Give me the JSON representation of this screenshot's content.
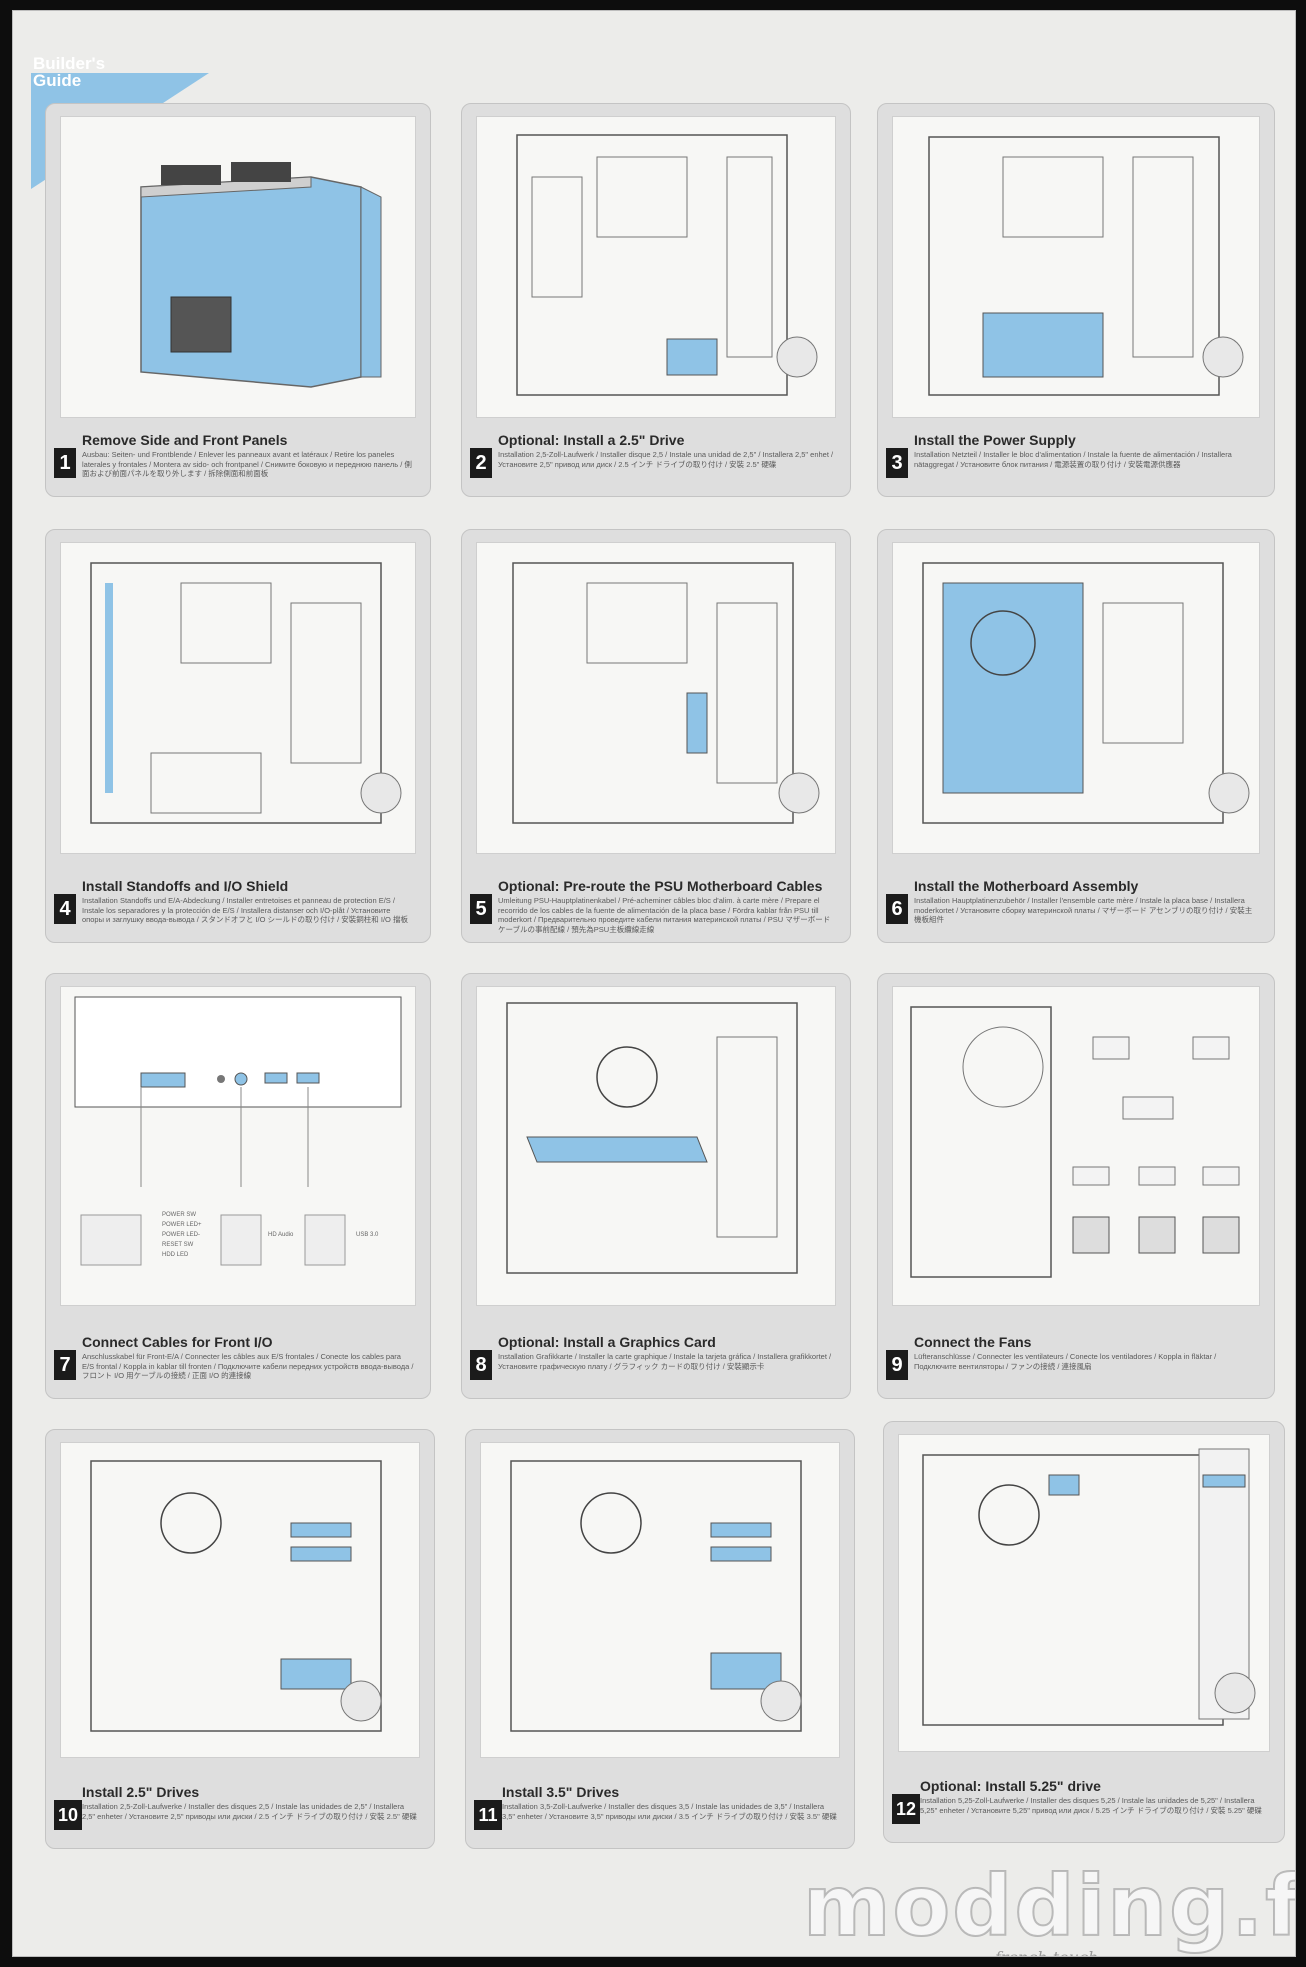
{
  "guide": {
    "banner": "Builder's Guide",
    "accent_color": "#8fc3e6"
  },
  "steps": [
    {
      "number": "1",
      "title": "Remove Side and Front Panels",
      "subtitle": "Ausbau: Seiten- und Frontblende / Enlever les panneaux avant et latéraux / Retire los paneles laterales y frontales / Montera av sido- och frontpanel / Снимите боковую и переднюю панель / 側面および前面パネルを取り外します / 拆除側面和前面板"
    },
    {
      "number": "2",
      "title": "Optional: Install a 2.5\" Drive",
      "subtitle": "Installation 2,5-Zoll-Laufwerk / Installer disque 2,5 / Instale una unidad de 2,5\" / Installera 2,5\" enhet / Установите 2,5\" привод или диск / 2.5 インチ ドライブの取り付け / 安裝 2.5\" 硬碟"
    },
    {
      "number": "3",
      "title": "Install the Power Supply",
      "subtitle": "Installation Netzteil / Installer le bloc d'alimentation / Instale la fuente de alimentación / Installera nätaggregat / Установите блок питания / 電源装置の取り付け / 安裝電源供應器"
    },
    {
      "number": "4",
      "title": "Install Standoffs and I/O Shield",
      "subtitle": "Installation Standoffs und E/A-Abdeckung / Installer entretoises et panneau de protection E/S / Instale los separadores y la protección de E/S / Installera distanser och I/O-plåt / Установите опоры и заглушку ввода-вывода / スタンドオフと I/O シールドの取り付け / 安裝銅柱和 I/O 擋板"
    },
    {
      "number": "5",
      "title": "Optional: Pre-route the PSU Motherboard Cables",
      "subtitle": "Umleitung PSU-Hauptplatinenkabel / Pré-acheminer câbles bloc d'alim. à carte mère / Prepare el recorrido de los cables de la fuente de alimentación de la placa base / Fördra kablar från PSU till moderkort / Предварительно проведите кабели питания материнской платы / PSU マザーボード ケーブルの事前配線 / 預先為PSU主板纜線走線"
    },
    {
      "number": "6",
      "title": "Install the Motherboard Assembly",
      "subtitle": "Installation Hauptplatinenzubehör / Installer l'ensemble carte mère / Instale la placa base / Installera moderkortet / Установите сборку материнской платы / マザーボード アセンブリの取り付け / 安裝主機板組件"
    },
    {
      "number": "7",
      "title": "Connect Cables for Front I/O",
      "subtitle": "Anschlusskabel für Front-E/A / Connecter les câbles aux E/S frontales / Conecte los cables para E/S frontal / Koppla in kablar till fronten / Подключите кабели передних устройств ввода-вывода / フロント I/O 用ケーブルの接続 / 正面 I/O 的連接線"
    },
    {
      "number": "8",
      "title": "Optional: Install a Graphics Card",
      "subtitle": "Installation Grafikkarte / Installer la carte graphique / Instale la tarjeta gráfica / Installera grafikkortet / Установите графическую плату / グラフィック カードの取り付け / 安裝顯示卡"
    },
    {
      "number": "9",
      "title": "Connect the Fans",
      "subtitle": "Lüfteranschlüsse / Connecter les ventilateurs / Conecte los ventiladores / Koppla in fläktar / Подключите вентиляторы / ファンの接続 / 連接風扇"
    },
    {
      "number": "10",
      "title": "Install 2.5\" Drives",
      "subtitle": "Installation 2,5-Zoll-Laufwerke / Installer des disques 2,5 / Instale las unidades de 2,5\" / Installera 2,5\" enheter / Установите 2,5\" приводы или диски / 2.5 インチ ドライブの取り付け / 安裝 2.5\" 硬碟"
    },
    {
      "number": "11",
      "title": "Install 3.5\" Drives",
      "subtitle": "Installation 3,5-Zoll-Laufwerke / Installer des disques 3,5 / Instale las unidades de 3,5\" / Installera 3,5\" enheter / Установите 3,5\" приводы или диски / 3.5 インチ ドライブの取り付け / 安裝 3.5\" 硬碟"
    },
    {
      "number": "12",
      "title": "Optional: Install 5.25\" drive",
      "subtitle": "Installation 5,25-Zoll-Laufwerke / Installer des disques 5,25 / Instale las unidades de 5,25\" / Installera 5,25\" enheter / Установите 5,25\" привод или диск / 5.25 インチ ドライブの取り付け / 安裝 5.25\" 硬碟"
    }
  ],
  "front_io": {
    "labels": [
      "POWER SW",
      "POWER LED+",
      "POWER LED-",
      "RESET SW",
      "HDD LED",
      "HD Audio",
      "USB 3.0"
    ]
  },
  "watermark": {
    "brand": "modding.fr",
    "tagline": "french touch"
  }
}
